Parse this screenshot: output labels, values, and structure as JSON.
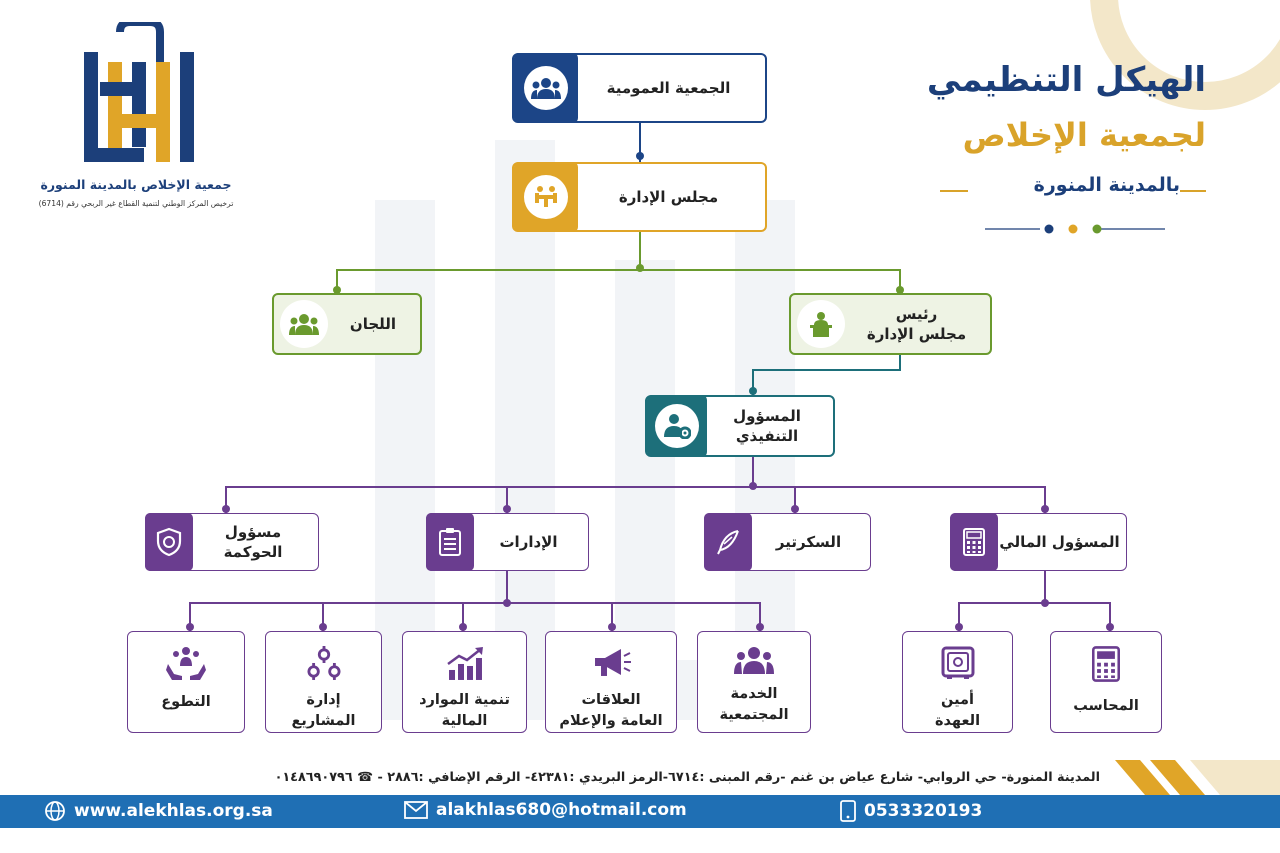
{
  "header": {
    "title_line1": "الهيكل التنظيمي",
    "title_line2": "لجمعية الإخلاص",
    "title_line3": "بالمدينة المنورة"
  },
  "logo": {
    "name": "جمعية الإخلاص بالمدينة المنورة",
    "license": "ترخيص المركز الوطني لتنمية القطاع غير الربحي رقم (6714)"
  },
  "nodes": {
    "general_assembly": "الجمعية العمومية",
    "board": "مجلس الإدارة",
    "committees": "اللجان",
    "board_chair": "رئيس\nمجلس الإدارة",
    "executive": "المسؤول\nالتنفيذي",
    "governance": "مسؤول الحوكمة",
    "departments": "الإدارات",
    "secretary": "السكرتير",
    "finance": "المسؤول المالي",
    "volunteering": "التطوع",
    "projects": "إدارة\nالمشاريع",
    "fin_resources": "تنمية الموارد\nالمالية",
    "pr_media": "العلاقات\nالعامة والإعلام",
    "community": "الخدمة\nالمجتمعية",
    "custodian": "أمين\nالعهدة",
    "accountant": "المحاسب"
  },
  "colors": {
    "navy": "#1c4587",
    "gold": "#e0a528",
    "green": "#6a9a2e",
    "teal": "#1d6f7a",
    "purple": "#6a3d8f",
    "footer_blue": "#1f6fb4"
  },
  "footer": {
    "address": "المدينة المنورة- حي الروابي- شارع عياض بن غنم -رقم المبنى :٦٧١٤-الرمز البريدي :٤٢٣٨١- الرقم الإضافي :٢٨٨٦ - ☎ ٠١٤٨٦٩٠٧٩٦",
    "website": "www.alekhlas.org.sa",
    "email": "alakhlas680@hotmail.com",
    "phone": "0533320193"
  }
}
